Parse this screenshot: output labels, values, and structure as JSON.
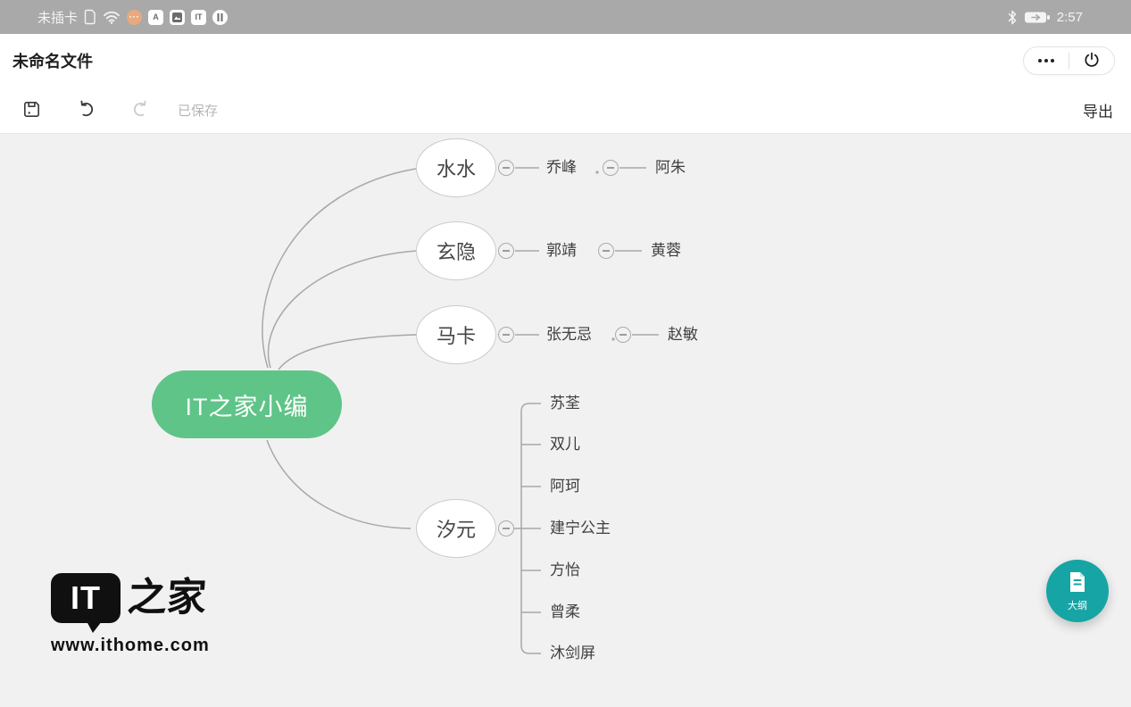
{
  "status_bar": {
    "carrier": "未插卡",
    "time": "2:57",
    "icons": [
      "sim-icon",
      "wifi-icon",
      "chat-notification-icon",
      "app-a-icon",
      "gallery-app-icon",
      "ithome-app-icon",
      "pause-app-icon",
      "bluetooth-icon",
      "battery-charging-icon"
    ],
    "app_a_glyph": "A",
    "ithome_glyph": "IT"
  },
  "header": {
    "title": "未命名文件",
    "capsule_icons": [
      "more-icon",
      "power-icon"
    ]
  },
  "toolbar": {
    "icons": [
      "save-icon",
      "undo-icon",
      "redo-icon"
    ],
    "saved_status": "已保存",
    "export_label": "导出"
  },
  "mindmap": {
    "root": "IT之家小编",
    "branch1": {
      "node": "水水",
      "child": "乔峰",
      "grandchild": "阿朱"
    },
    "branch2": {
      "node": "玄隐",
      "child": "郭靖",
      "grandchild": "黄蓉"
    },
    "branch3": {
      "node": "马卡",
      "child": "张无忌",
      "grandchild": "赵敏"
    },
    "branch4": {
      "node": "汐元",
      "children": [
        "苏荃",
        "双儿",
        "阿珂",
        "建宁公主",
        "方怡",
        "曾柔",
        "沐剑屏"
      ]
    }
  },
  "watermark": {
    "logo_it": "IT",
    "logo_zhijia": "之家",
    "url": "www.ithome.com"
  },
  "fab": {
    "label": "大纲",
    "icon": "outline-document-icon"
  },
  "colors": {
    "root_node_green": "#5fc487",
    "fab_teal": "#17a4a4",
    "canvas_bg": "#f1f1f2",
    "statusbar_bg": "#a9a9a9",
    "chat_badge_orange": "#e9a97e"
  }
}
